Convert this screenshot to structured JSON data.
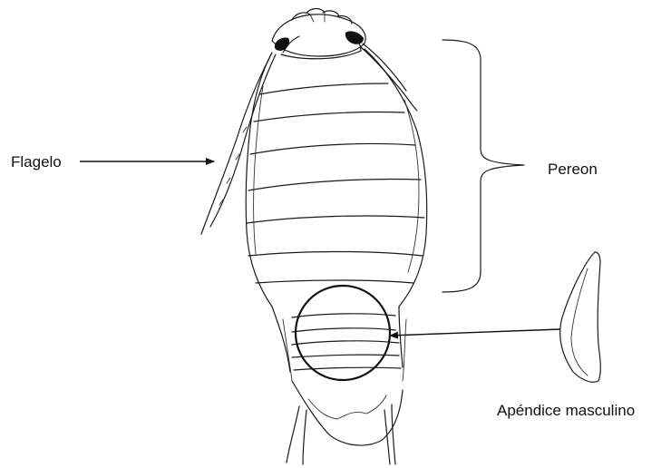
{
  "labels": {
    "flagelo": "Flagelo",
    "pereon": "Pereon",
    "apendice": "Apéndice masculino"
  },
  "colors": {
    "ink": "#1a1a1a",
    "eye": "#111111",
    "background": "#ffffff"
  }
}
